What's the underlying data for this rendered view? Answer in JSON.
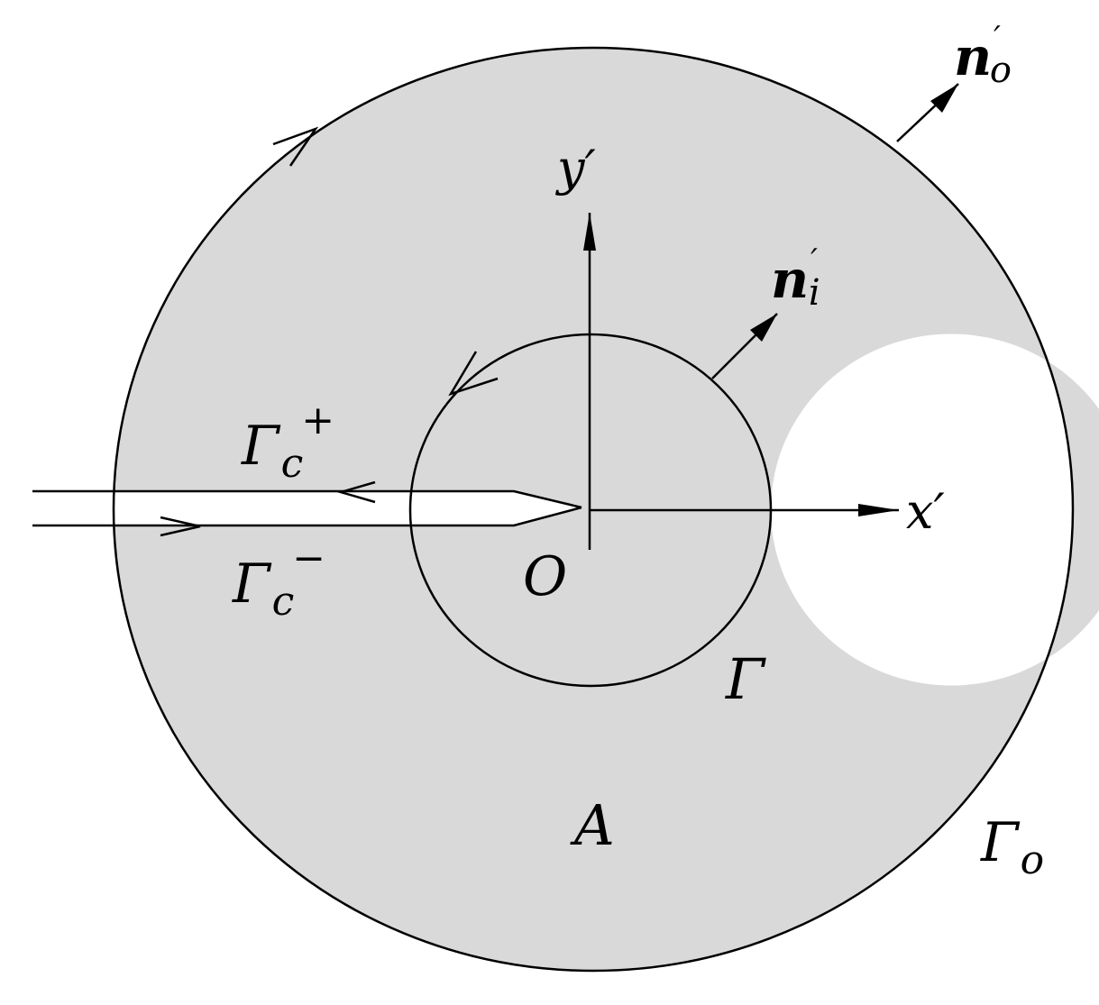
{
  "colors": {
    "region_fill": "#d9d9d9",
    "line": "#000000",
    "background": "#ffffff"
  },
  "labels": {
    "outer_normal": {
      "base": "n",
      "sup": "′",
      "sub": "o"
    },
    "inner_normal": {
      "base": "n",
      "sup": "′",
      "sub": "i"
    },
    "y_axis": "y′",
    "x_axis": "x′",
    "origin": "O",
    "crack_upper": {
      "base": "Γ",
      "sub": "c",
      "sup": "+"
    },
    "crack_lower": {
      "base": "Γ",
      "sub": "c",
      "sup": "−"
    },
    "inner_contour": "Γ",
    "region": "A",
    "outer_contour": {
      "base": "Γ",
      "sub": "o"
    }
  }
}
